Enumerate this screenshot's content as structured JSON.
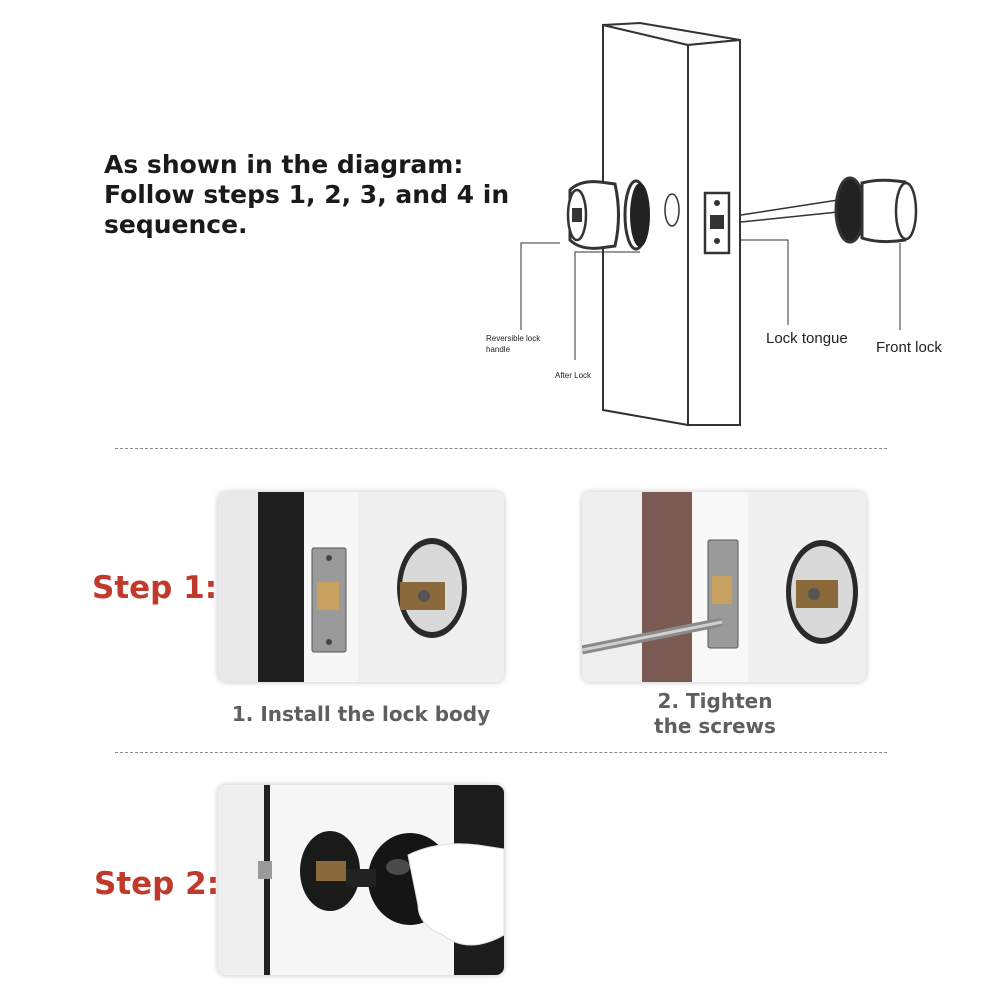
{
  "intro": {
    "line1": "As shown in the diagram:",
    "line2": "Follow steps 1, 2, 3, and 4 in",
    "line3": "sequence."
  },
  "diagram": {
    "labels": {
      "reversible_handle_1": "Reversible lock",
      "reversible_handle_2": "handle",
      "after_lock": "After Lock",
      "lock_tongue": "Lock tongue",
      "front_lock": "Front lock"
    }
  },
  "step1": {
    "label": "Step 1:",
    "caption1": "1. Install the lock body",
    "caption2_line1": "2. Tighten",
    "caption2_line2": "the screws"
  },
  "step2": {
    "label": "Step 2:"
  },
  "colors": {
    "step_label": "#c0392b",
    "caption": "#5f5f5f",
    "divider": "#8a8a8a"
  }
}
